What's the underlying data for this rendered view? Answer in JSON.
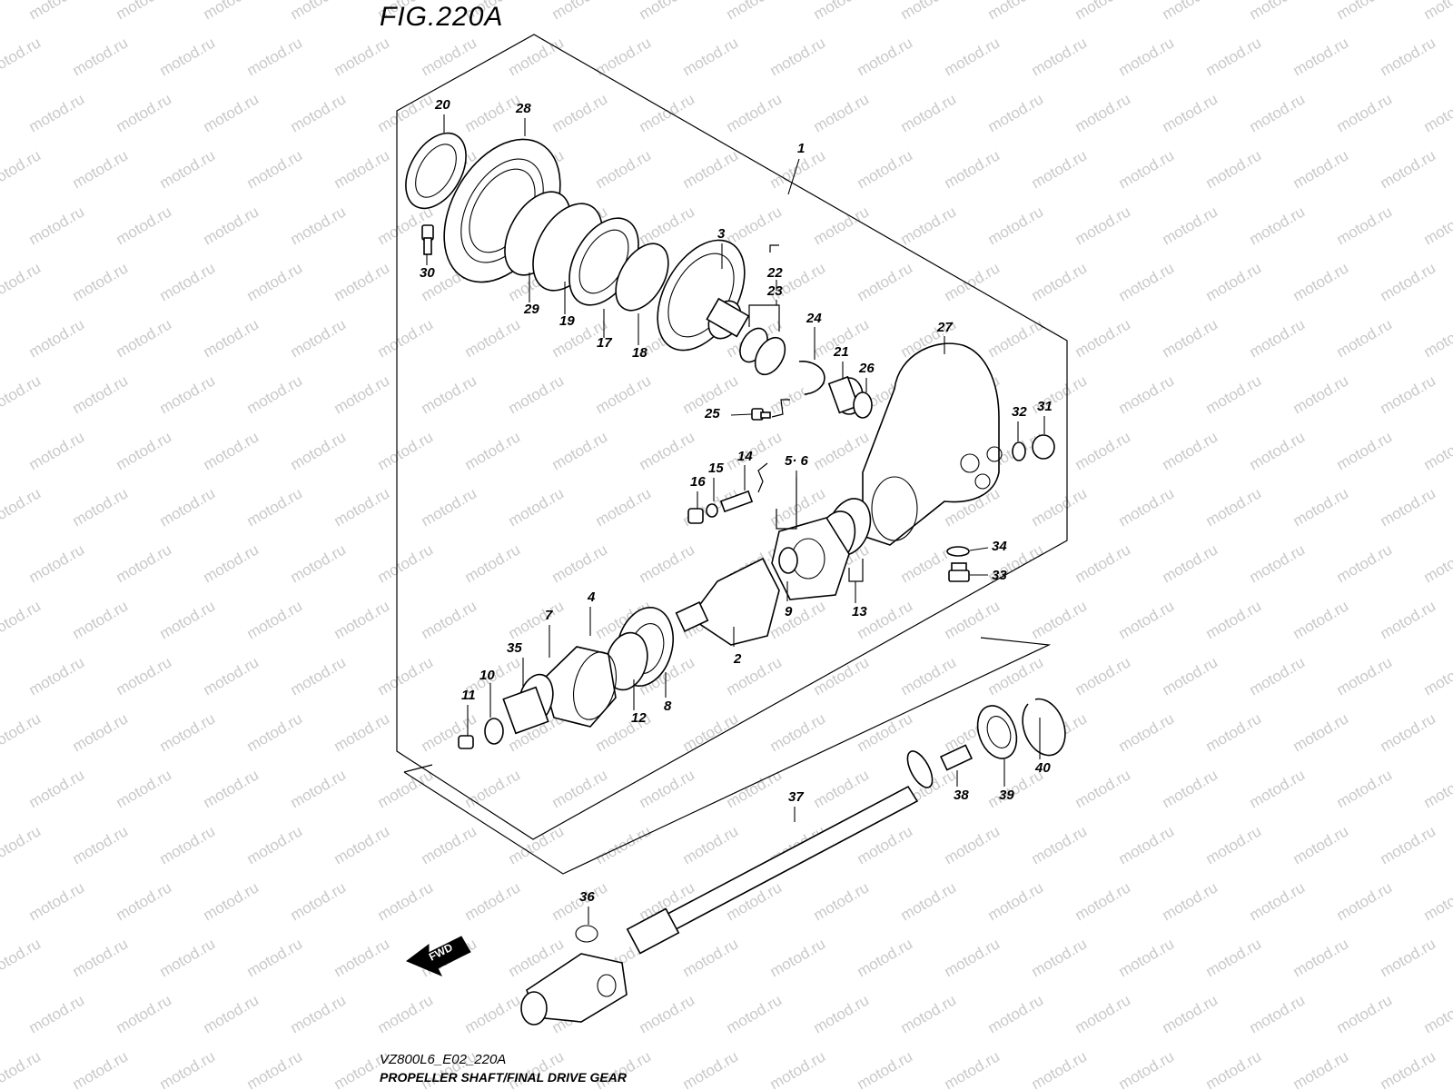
{
  "figure": {
    "title": "FIG.220A",
    "model_code": "VZ800L6_E02_220A",
    "caption": "PROPELLER SHAFT/FINAL DRIVE GEAR"
  },
  "watermark": "motod.ru",
  "direction_arrow": {
    "label": "FWD",
    "icon": "fwd-arrow-icon"
  },
  "parts": [
    {
      "id": "1",
      "label": "1"
    },
    {
      "id": "2",
      "label": "2"
    },
    {
      "id": "3",
      "label": "3"
    },
    {
      "id": "4",
      "label": "4"
    },
    {
      "id": "5-6",
      "label": "5· 6"
    },
    {
      "id": "7",
      "label": "7"
    },
    {
      "id": "8",
      "label": "8"
    },
    {
      "id": "9",
      "label": "9"
    },
    {
      "id": "10",
      "label": "10"
    },
    {
      "id": "11",
      "label": "11"
    },
    {
      "id": "12",
      "label": "12"
    },
    {
      "id": "13",
      "label": "13"
    },
    {
      "id": "14",
      "label": "14"
    },
    {
      "id": "15",
      "label": "15"
    },
    {
      "id": "16",
      "label": "16"
    },
    {
      "id": "17",
      "label": "17"
    },
    {
      "id": "18",
      "label": "18"
    },
    {
      "id": "19",
      "label": "19"
    },
    {
      "id": "20",
      "label": "20"
    },
    {
      "id": "21",
      "label": "21"
    },
    {
      "id": "22",
      "label": "22"
    },
    {
      "id": "23",
      "label": "23"
    },
    {
      "id": "24",
      "label": "24"
    },
    {
      "id": "25",
      "label": "25"
    },
    {
      "id": "26",
      "label": "26"
    },
    {
      "id": "27",
      "label": "27"
    },
    {
      "id": "28",
      "label": "28"
    },
    {
      "id": "29",
      "label": "29"
    },
    {
      "id": "30",
      "label": "30"
    },
    {
      "id": "31",
      "label": "31"
    },
    {
      "id": "32",
      "label": "32"
    },
    {
      "id": "33",
      "label": "33"
    },
    {
      "id": "34",
      "label": "34"
    },
    {
      "id": "35",
      "label": "35"
    },
    {
      "id": "36",
      "label": "36"
    },
    {
      "id": "37",
      "label": "37"
    },
    {
      "id": "38",
      "label": "38"
    },
    {
      "id": "39",
      "label": "39"
    },
    {
      "id": "40",
      "label": "40"
    }
  ]
}
